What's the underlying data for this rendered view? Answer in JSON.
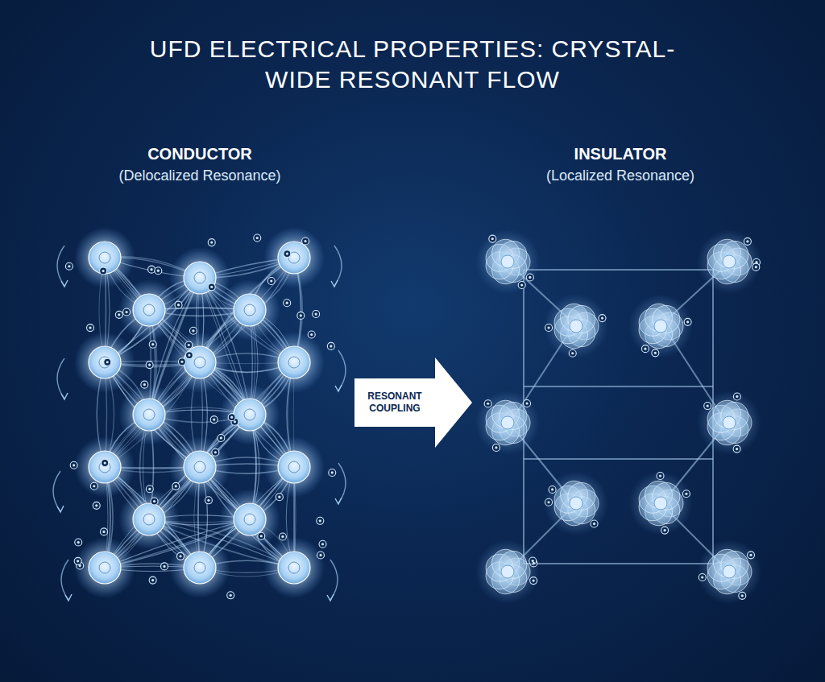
{
  "diagram": {
    "title": "UFD ELECTRICAL PROPERTIES: CRYSTAL-WIDE RESONANT FLOW",
    "nodes": [
      {
        "text": [
          "RESONANT COUPLING"
        ]
      }
    ],
    "labels": [
      "CONDUCTOR",
      "(Delocalized Resonance)",
      "INSULATOR",
      "(Localized Resonance)"
    ]
  }
}
